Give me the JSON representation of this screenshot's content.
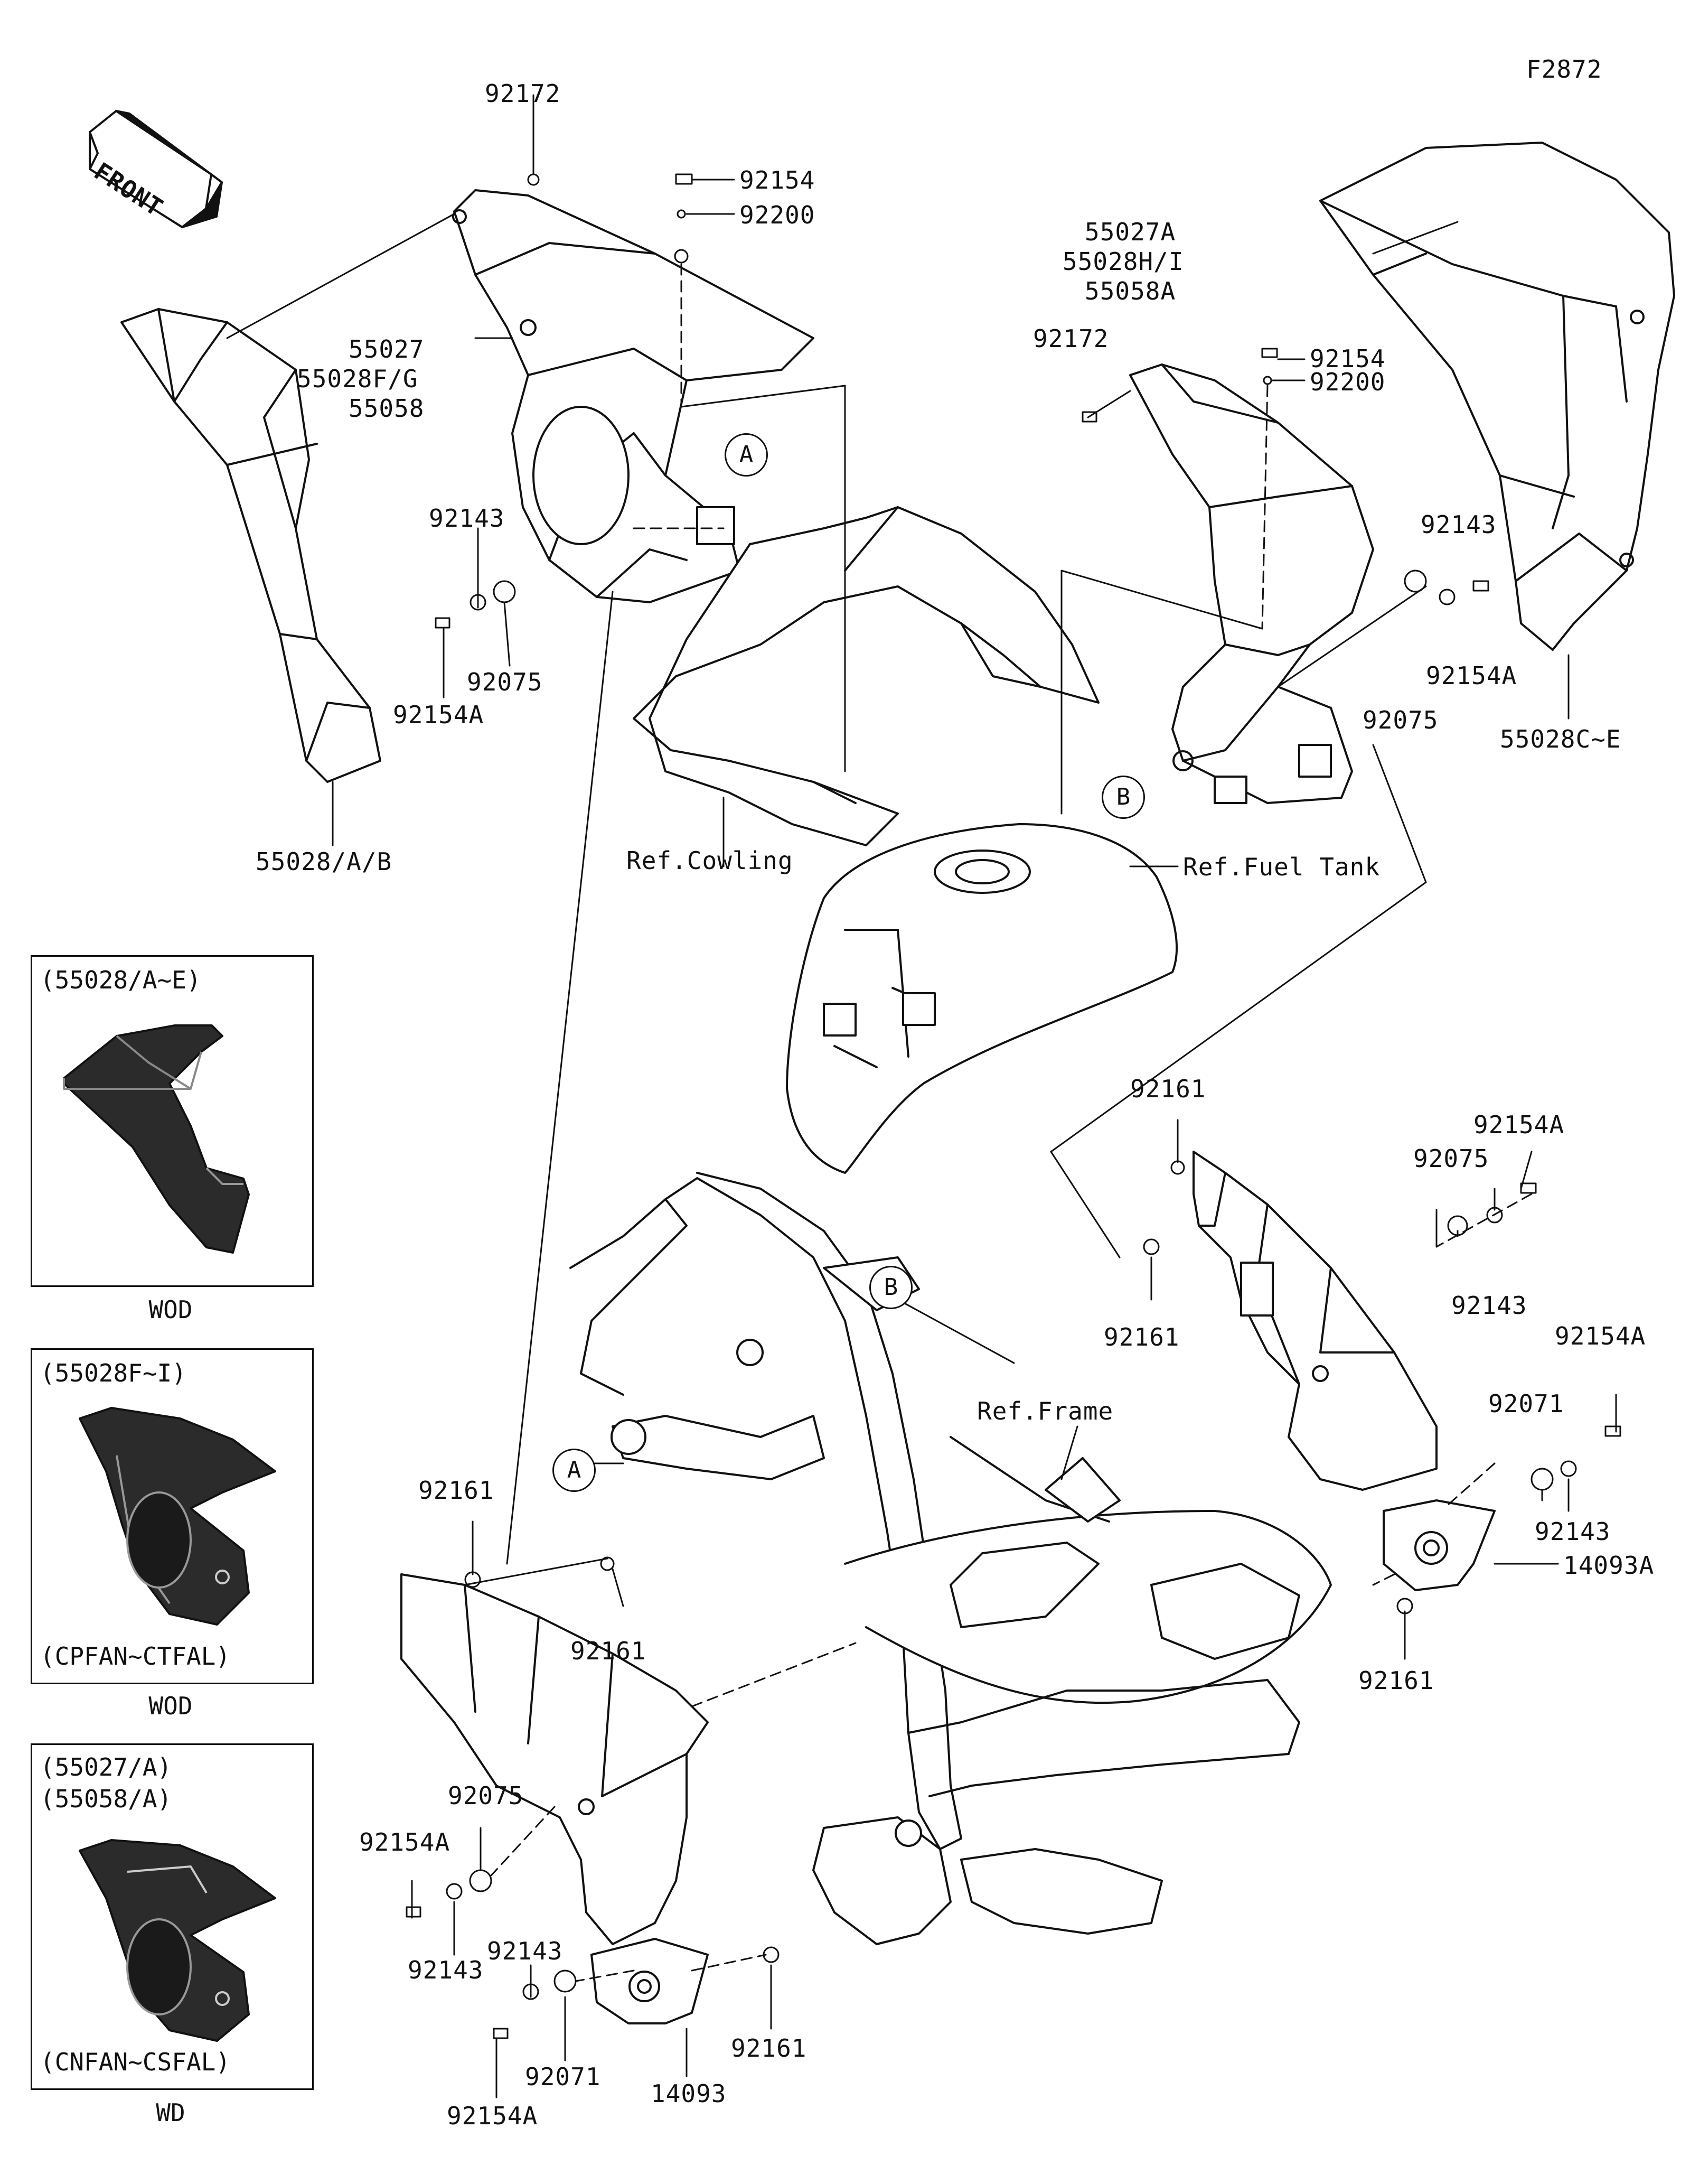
{
  "figure_code": "F2872",
  "front_label": "FRONT",
  "callouts": {
    "top_bolt": "92172",
    "top_screw": "92154",
    "top_washer": "92200",
    "left_shroud_parts": [
      "55027",
      "55028F/G",
      "55058"
    ],
    "left_nut": "92143",
    "left_grommet": "92075",
    "left_bolt": "92154A",
    "left_inner_cover": "55028/A/B",
    "right_shroud_parts": [
      "55027A",
      "55028H/I",
      "55058A"
    ],
    "right_bolt": "92172",
    "right_screw": "92154",
    "right_washer": "92200",
    "right_nut": "92143",
    "right_grommet": "92075",
    "right_bolt2": "92154A",
    "right_cover": "55028C~E",
    "ref_cowling": "Ref.Cowling",
    "ref_fuel_tank": "Ref.Fuel Tank",
    "ref_frame": "Ref.Frame",
    "mid_washer_top": "92161",
    "mid_washer_bottom": "92161",
    "mid_bolt": "92154A",
    "mid_grommet": "92075",
    "mid_nut": "92143",
    "lower_right_bolt": "92154A",
    "lower_right_grommet": "92071",
    "lower_right_nut": "92143",
    "lower_right_bracket": "14093A",
    "lower_right_washer": "92161",
    "lower_left_washer_a": "92161",
    "lower_left_washer_b": "92161",
    "lower_left_grommet": "92075",
    "lower_left_bolt": "92154A",
    "lower_left_nut": "92143",
    "lower_left_nut2": "92143",
    "lower_left_grommet2": "92071",
    "lower_left_bracket": "14093",
    "lower_left_washer_c": "92161",
    "lower_left_bolt2": "92154A"
  },
  "connectors": {
    "a": "A",
    "b": "B"
  },
  "variant_boxes": [
    {
      "header": "(55028/A~E)",
      "footer": "WOD"
    },
    {
      "header": "(55028F~I)",
      "sub": "(CPFAN~CTFAL)",
      "footer": "WOD"
    },
    {
      "header": "(55027/A)",
      "header2": "(55058/A)",
      "sub": "(CNFAN~CSFAL)",
      "footer": "WD"
    }
  ]
}
